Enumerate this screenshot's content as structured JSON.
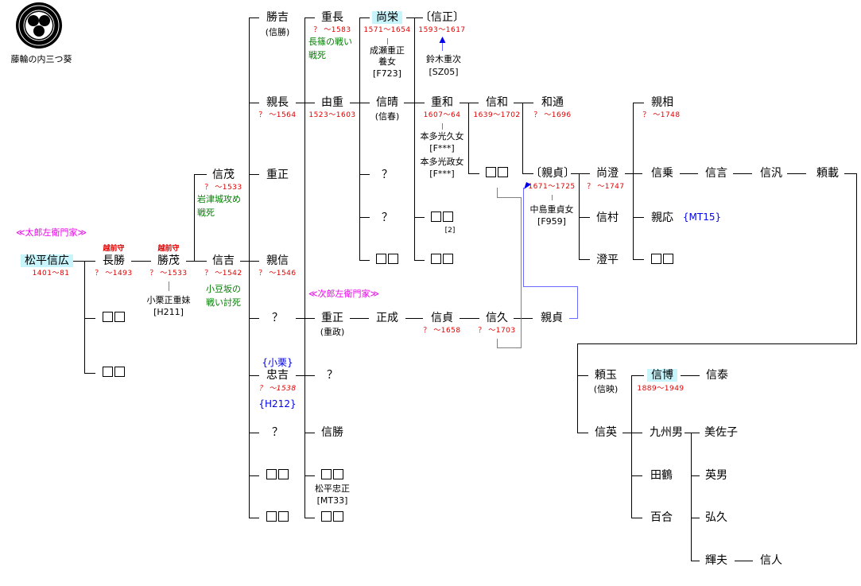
{
  "crest": {
    "icon": "mitsuba-aoi-crest-icon",
    "label": "藤輪の内三つ葵"
  },
  "house_labels": {
    "taro": "≪太郎左衛門家≫",
    "jiro": "≪次郎左衛門家≫"
  },
  "placeholder": "□□",
  "people": {
    "nobuhiro": {
      "name": "松平信広",
      "dates": "1401～81"
    },
    "nagakatsu": {
      "name": "長勝",
      "dates": "？ ～1493",
      "title": "越前守"
    },
    "katsushige": {
      "name": "勝茂",
      "dates": "？ ～1533",
      "title": "越前守",
      "spouse": "小栗正重妹",
      "spouse_ref": "[H211]"
    },
    "nobushige": {
      "name": "信茂",
      "dates": "？ ～1533",
      "note": "岩津城攻め\n戦死"
    },
    "nobuyoshi": {
      "name": "信吉",
      "dates": "？ ～1542",
      "note": "小豆坂の\n戦い討死"
    },
    "katsuyoshi": {
      "name": "勝吉",
      "alias": "(信勝)"
    },
    "chikanaga": {
      "name": "親長",
      "dates": "？ ～1564"
    },
    "shigemasa1": {
      "name": "重正"
    },
    "chikanobu": {
      "name": "親信",
      "dates": "？ ～1546"
    },
    "q1": {
      "name": "？"
    },
    "tadayoshi": {
      "name": "忠吉",
      "dates": "？ ～1538",
      "house": "{小栗}",
      "ref": "{H212}"
    },
    "q2": {
      "name": "？"
    },
    "shigenaga": {
      "name": "重長",
      "dates": "？ ～1583",
      "note": "長篠の戦い\n戦死"
    },
    "yoshishige": {
      "name": "由重",
      "dates": "1523～1603"
    },
    "shigemasa2": {
      "name": "重正",
      "alias": "(重政)"
    },
    "q3": {
      "name": "？"
    },
    "nobukatsu": {
      "name": "信勝"
    },
    "matsudaira_tadamasa": {
      "name": "松平忠正",
      "ref": "[MT33]"
    },
    "naohide": {
      "name": "尚栄",
      "dates": "1571～1654",
      "spouse": "成瀬重正\n養女",
      "spouse_ref": "[F723]"
    },
    "nobuharu": {
      "name": "信晴",
      "alias": "(信春)"
    },
    "q4": {
      "name": "？"
    },
    "q5": {
      "name": "？"
    },
    "nobumasa": {
      "name": "〔信正〕",
      "dates": "1593～1617",
      "origin": "鈴木重次",
      "origin_ref": "[SZ05]"
    },
    "shigekazu": {
      "name": "重和",
      "dates": "1607～64",
      "spouse1": "本多光久女",
      "spouse1_ref": "[F***]",
      "spouse2": "本多光政女",
      "spouse2_ref": "[F***]"
    },
    "masanari": {
      "name": "正成"
    },
    "nobusada": {
      "name": "信貞",
      "dates": "？ ～1658"
    },
    "nobuhisa": {
      "name": "信久",
      "dates": "？ ～1703"
    },
    "chikasada_j": {
      "name": "親貞"
    },
    "unk_note": "[2]",
    "nobukazu": {
      "name": "信和",
      "dates": "1639～1702"
    },
    "kazumichi": {
      "name": "和通",
      "dates": "？ ～1696"
    },
    "chikasada": {
      "name": "〔親貞〕",
      "dates": "1671～1725",
      "spouse": "中島重貞女",
      "spouse_ref": "[F959]"
    },
    "naozumi": {
      "name": "尚澄",
      "dates": "？ ～1747"
    },
    "nobumura": {
      "name": "信村"
    },
    "sumihira": {
      "name": "澄平"
    },
    "chikasuke": {
      "name": "親相",
      "dates": "？ ～1748"
    },
    "nobunori": {
      "name": "信乗"
    },
    "chikamasa": {
      "name": "親応",
      "ref": "{MT15}"
    },
    "nobutoki": {
      "name": "信言"
    },
    "nobuhiro2": {
      "name": "信汎"
    },
    "yorinori": {
      "name": "頼載"
    },
    "yoritama": {
      "name": "頼玉",
      "alias": "(信映)"
    },
    "nobuhide": {
      "name": "信英"
    },
    "nobuhiro3": {
      "name": "信博",
      "dates": "1889～1949"
    },
    "nobuyasu": {
      "name": "信泰"
    },
    "kusuo": {
      "name": "九州男"
    },
    "tazu": {
      "name": "田鶴"
    },
    "yuri": {
      "name": "百合"
    },
    "misako": {
      "name": "美佐子"
    },
    "hideo": {
      "name": "英男"
    },
    "hirohisa": {
      "name": "弘久"
    },
    "teruo": {
      "name": "輝夫"
    },
    "nobuto": {
      "name": "信人"
    }
  }
}
